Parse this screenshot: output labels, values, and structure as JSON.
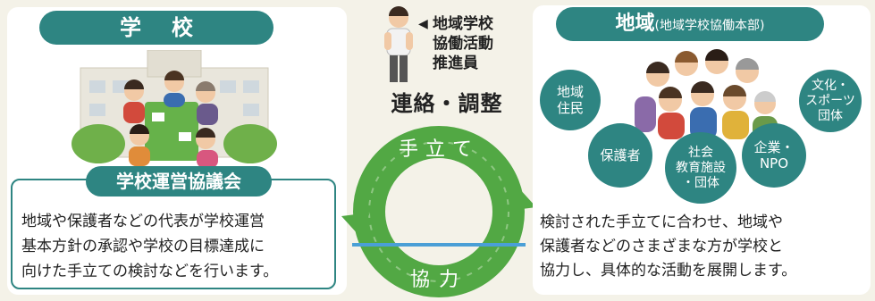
{
  "school": {
    "title": "学校",
    "council_title": "学校運営協議会",
    "council_desc_lines": [
      "地域や保護者などの代表が学校運営",
      "基本方針の承認や学校の目標達成に",
      "向けた手立ての検討などを行います。"
    ]
  },
  "coordinator": {
    "label_lines": [
      "地域学校",
      "協働活動",
      "推進員"
    ],
    "arrow": "◀"
  },
  "center": {
    "liaison": "連絡・調整",
    "cycle_top": "手立て",
    "cycle_bottom": "協力"
  },
  "region": {
    "title": "地域",
    "title_sub": "(地域学校協働本部)",
    "members": [
      {
        "label": "地域\n住民"
      },
      {
        "label": "保護者"
      },
      {
        "label": "社会\n教育施設\n・団体"
      },
      {
        "label": "企業・\nNPO"
      },
      {
        "label": "文化・\nスポーツ\n団体"
      }
    ],
    "desc_lines": [
      "検討された手立てに合わせ、地域や",
      "保護者などのさまざまな方が学校と",
      "協力し、具体的な活動を展開します。"
    ]
  },
  "colors": {
    "teal": "#2e8582",
    "cycle_green": "#52a844",
    "cycle_stripe": "#4a9fd6",
    "background": "#f4f2e8"
  }
}
